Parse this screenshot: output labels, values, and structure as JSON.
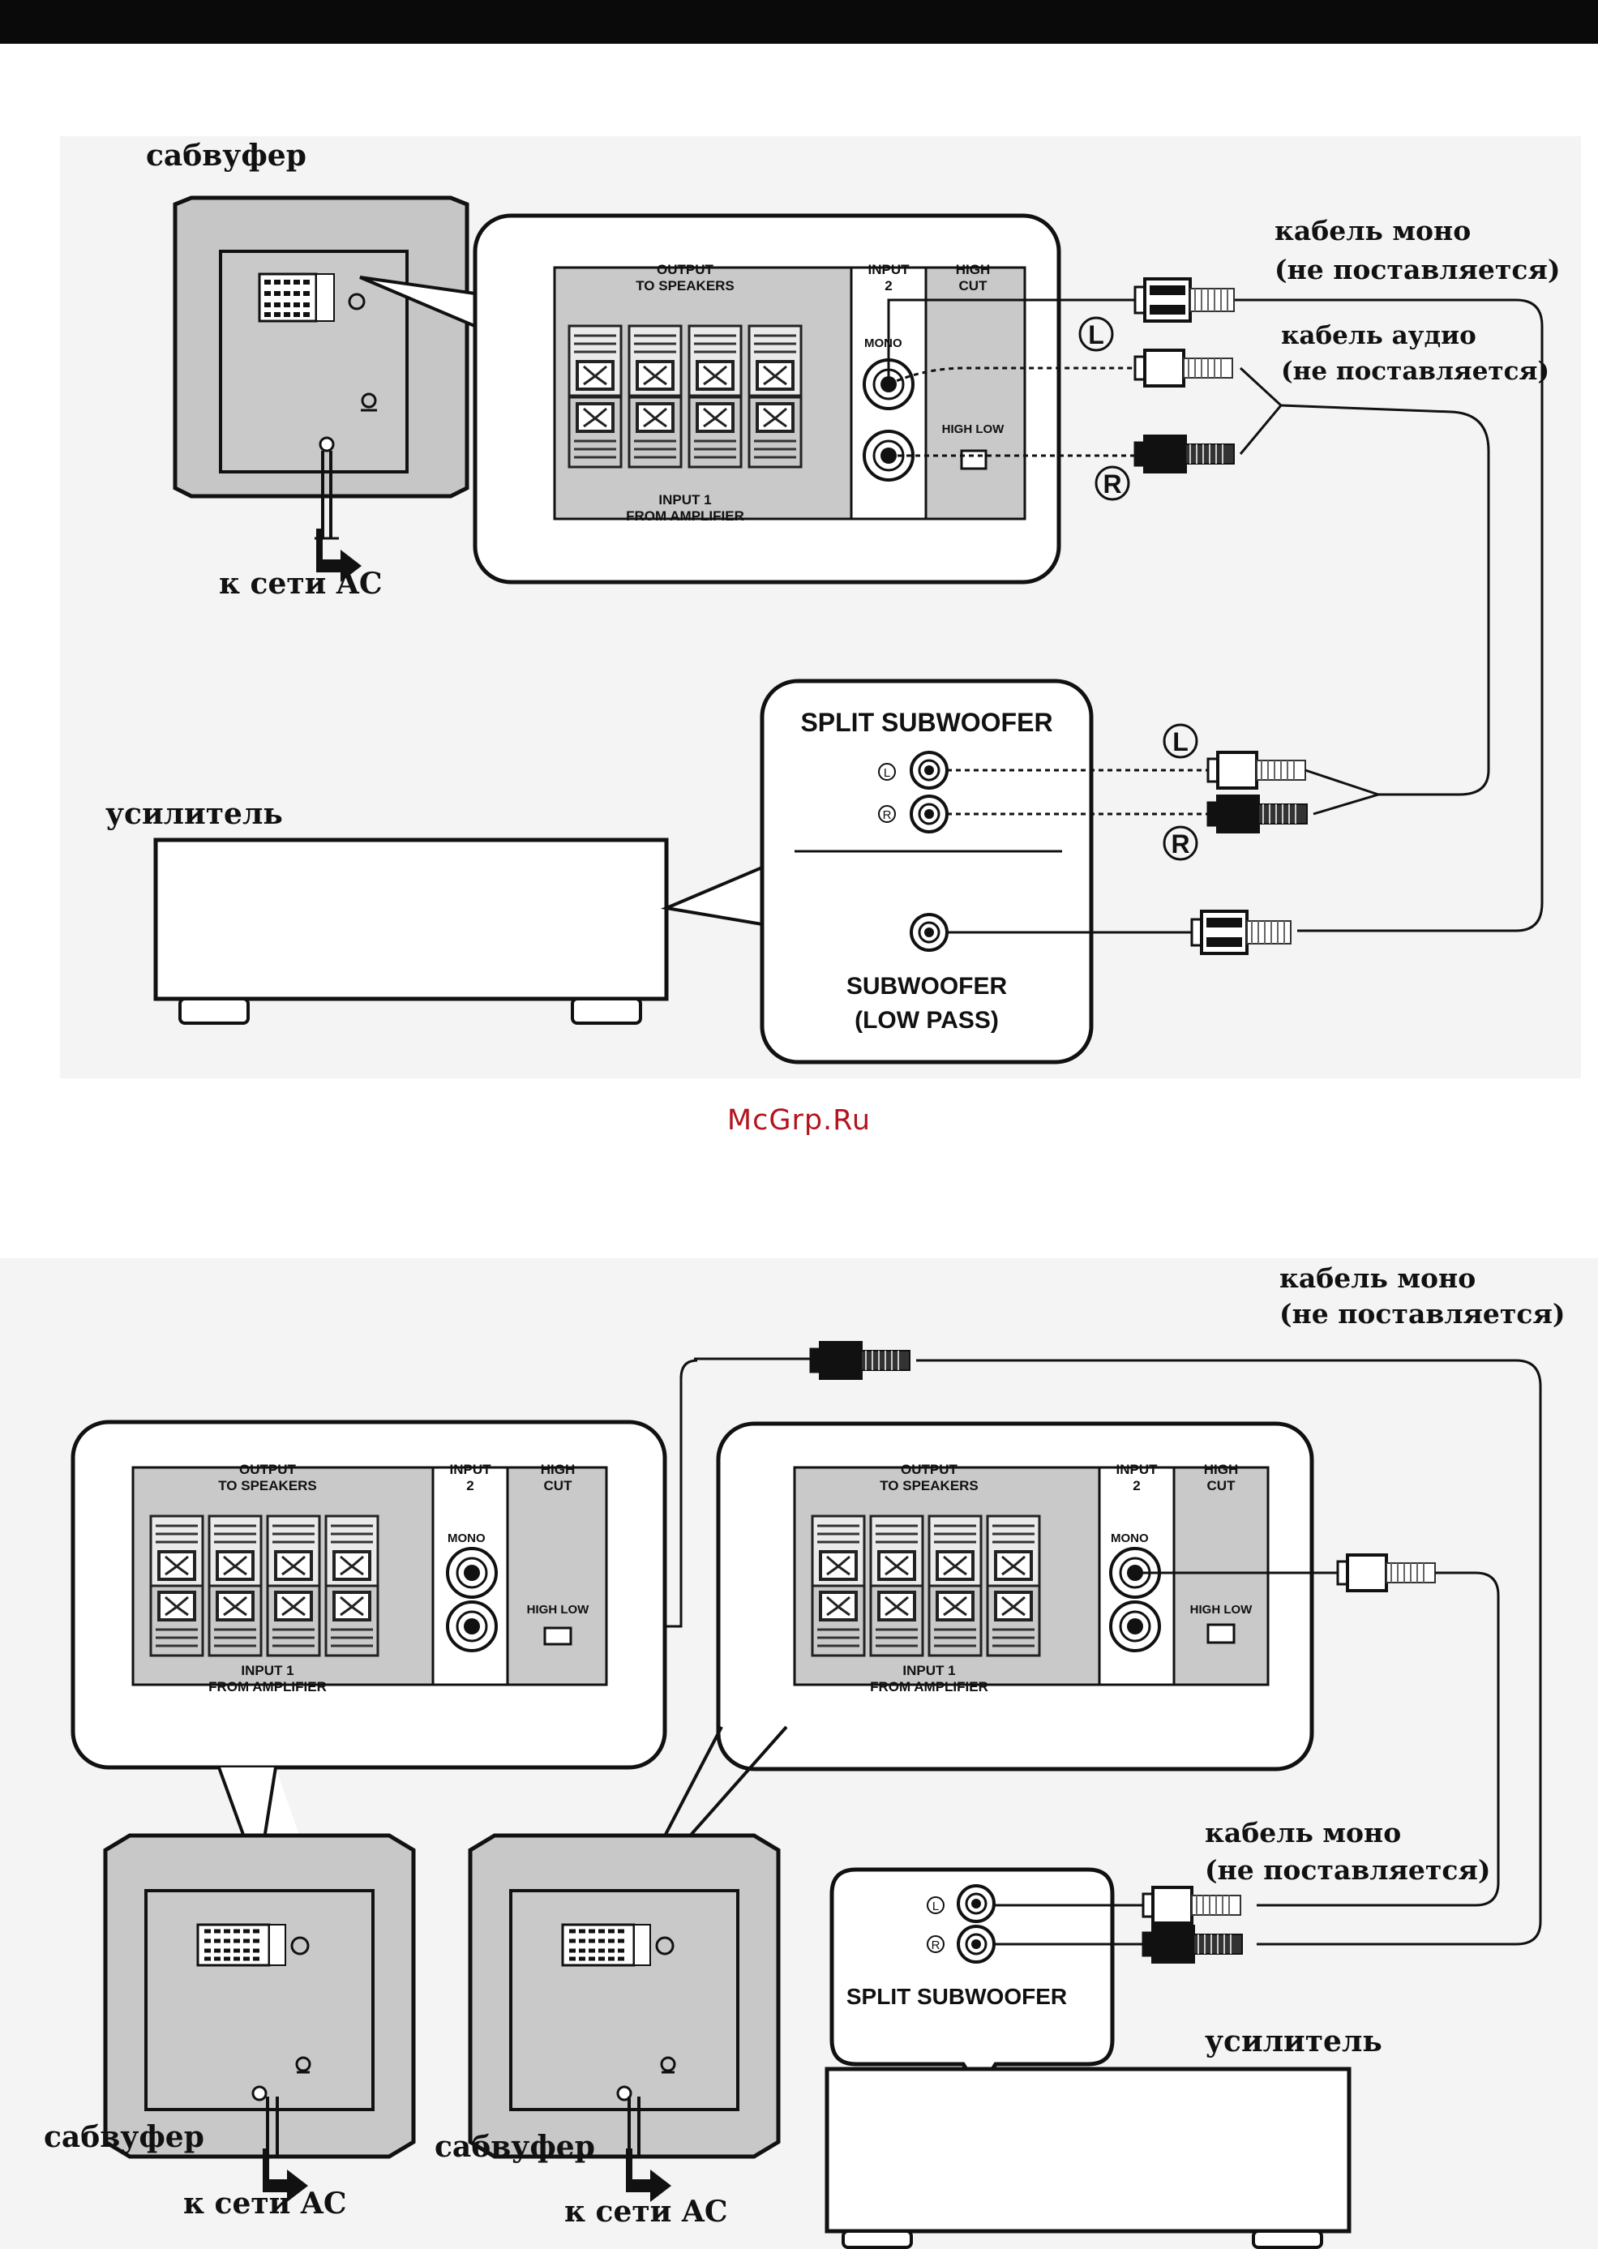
{
  "header_bar": {
    "color": "#0a0a0a"
  },
  "watermark": {
    "text": "McGrp.Ru",
    "color": "#b4141e"
  },
  "panel_labels": {
    "output": "OUTPUT",
    "to_speakers": "TO SPEAKERS",
    "input_2": "INPUT",
    "input_2_num": "2",
    "high": "HIGH",
    "cut": "CUT",
    "mono": "MONO",
    "high_low": "HIGH LOW",
    "input_1": "INPUT 1",
    "from_amplifier": "FROM AMPLIFIER",
    "l": "L",
    "r": "R"
  },
  "top_diagram": {
    "subwoofer_label": "сабвуфер",
    "ac_label": "к сети AC",
    "amplifier_label": "усилитель",
    "mono_cable_line1": "кабель моно",
    "mono_cable_line2": "(не поставляется)",
    "audio_cable_line1": "кабель аудио",
    "audio_cable_line2": "(не поставляется)",
    "split_subwoofer": "SPLIT SUBWOOFER",
    "subwoofer_low_pass_line1": "SUBWOOFER",
    "subwoofer_low_pass_line2": "(LOW PASS)"
  },
  "bottom_diagram": {
    "mono_cable_top_line1": "кабель моно",
    "mono_cable_top_line2": "(не поставляется)",
    "mono_cable_mid_line1": "кабель моно",
    "mono_cable_mid_line2": "(не поставляется)",
    "split_subwoofer": "SPLIT SUBWOOFER",
    "amplifier_label": "усилитель",
    "subwoofer_left_label": "сабвуфер",
    "subwoofer_right_label": "сабвуфер",
    "ac_left_label": "к сети AC",
    "ac_right_label": "к сети AC"
  }
}
